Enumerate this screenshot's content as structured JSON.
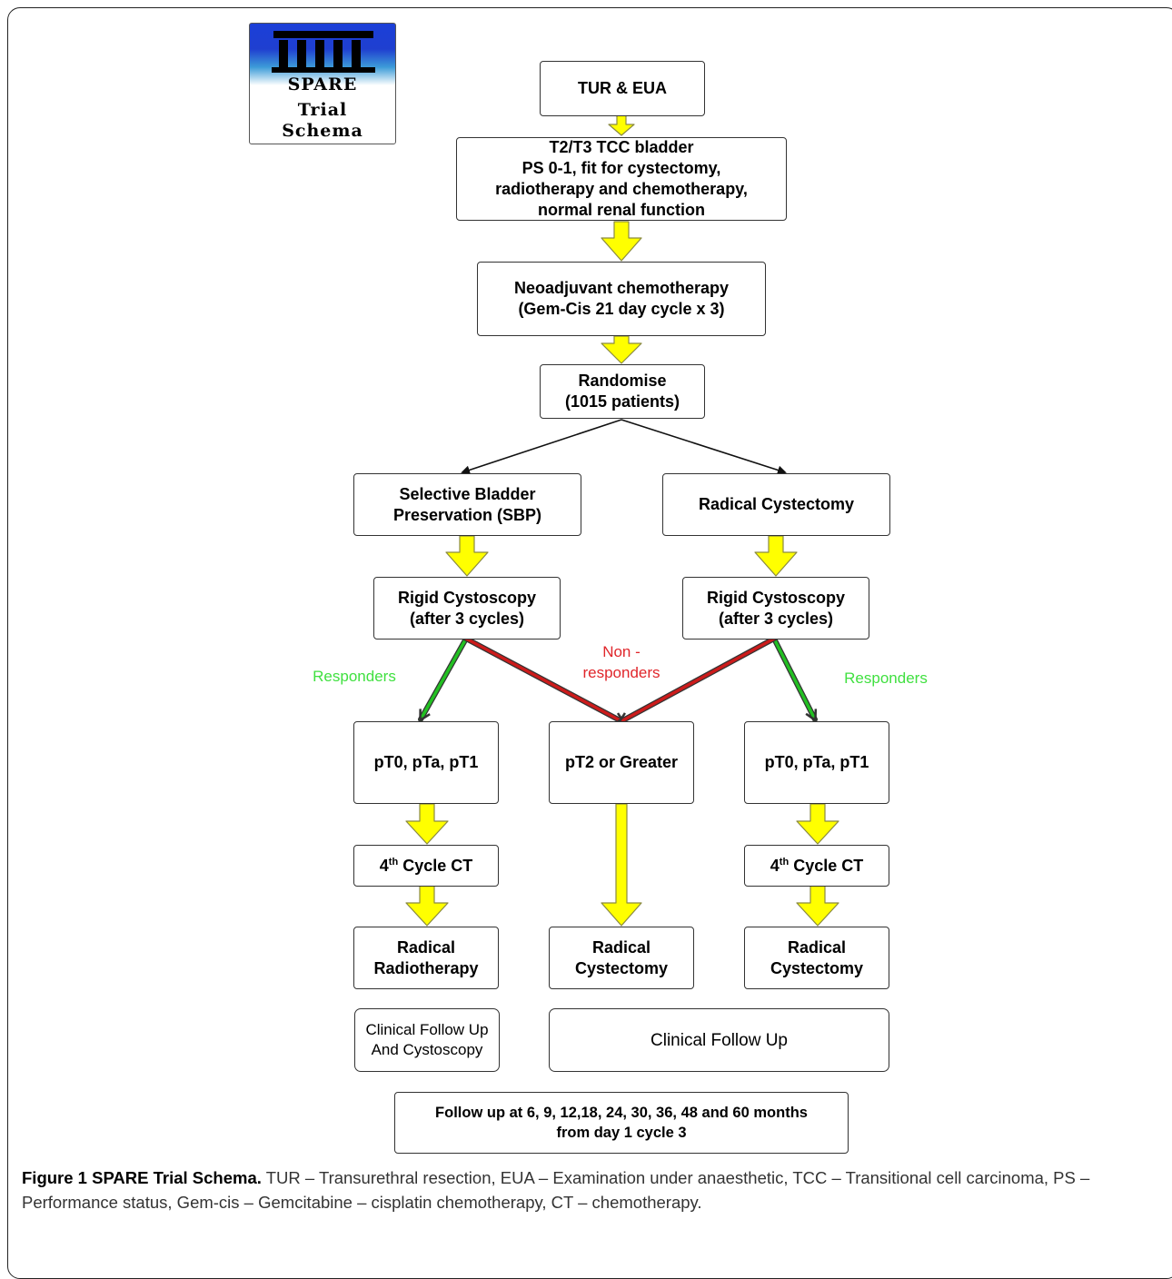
{
  "logo": {
    "line1": "SPARE",
    "line2": "Trial",
    "line3": "Schema"
  },
  "boxes": {
    "tur": "TUR & EUA",
    "eligibility": [
      "T2/T3 TCC bladder",
      "PS 0-1, fit for cystectomy,",
      "radiotherapy and chemotherapy,",
      "normal renal function"
    ],
    "neoadjuvant": [
      "Neoadjuvant chemotherapy",
      "(Gem-Cis 21 day cycle x 3)"
    ],
    "randomise": [
      "Randomise",
      "(1015 patients)"
    ],
    "sbp": [
      "Selective Bladder",
      "Preservation (SBP)"
    ],
    "radical_cystectomy_arm": "Radical Cystectomy",
    "rigid_left": [
      "Rigid Cystoscopy",
      "(after 3 cycles)"
    ],
    "rigid_right": [
      "Rigid Cystoscopy",
      "(after 3 cycles)"
    ],
    "pt0_left": "pT0, pTa, pT1",
    "pt2": "pT2 or Greater",
    "pt0_right": "pT0, pTa, pT1",
    "cycle_left": {
      "num": "4",
      "sup": "th",
      "rest": " Cycle CT"
    },
    "cycle_right": {
      "num": "4",
      "sup": "th",
      "rest": " Cycle CT"
    },
    "radical_radiotherapy": [
      "Radical",
      "Radiotherapy"
    ],
    "radical_cystectomy_mid": [
      "Radical",
      "Cystectomy"
    ],
    "radical_cystectomy_right": [
      "Radical",
      "Cystectomy"
    ],
    "followup_left": [
      "Clinical Follow Up",
      "And Cystoscopy"
    ],
    "followup_right": "Clinical Follow Up",
    "followup_schedule": [
      "Follow up at 6, 9, 12,18, 24, 30, 36, 48 and 60 months",
      "from day 1 cycle 3"
    ]
  },
  "labels": {
    "responders_left": "Responders",
    "responders_right": "Responders",
    "non_responders": [
      "Non -",
      "responders"
    ]
  },
  "colors": {
    "arrow_yellow": "#ffff00",
    "responder_green": "#22c022",
    "non_responder_red": "#cc1b1b"
  },
  "caption": {
    "title": "Figure 1 SPARE Trial Schema.",
    "text": " TUR – Transurethral resection, EUA – Examination under anaesthetic, TCC – Transitional cell carcinoma, PS – Performance status, Gem-cis – Gemcitabine – cisplatin chemotherapy, CT – chemotherapy."
  }
}
